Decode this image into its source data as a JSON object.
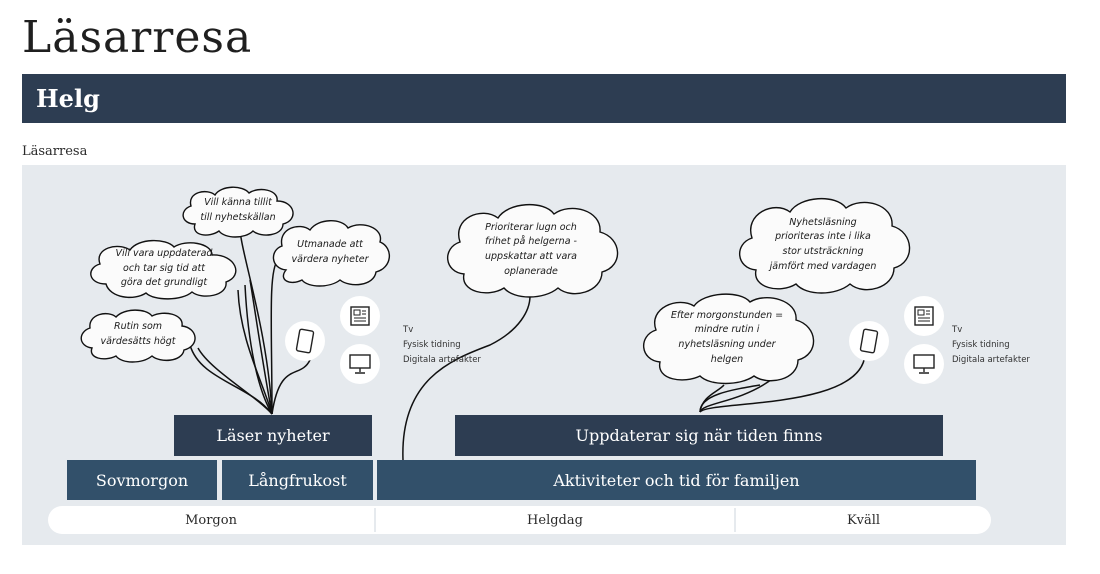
{
  "page": {
    "title": "Läsarresa",
    "banner": "Helg",
    "caption": "Läsarresa"
  },
  "activities": {
    "reads_news": "Läser nyheter",
    "updates_when_time": "Uppdaterar sig när tiden finns",
    "sleep_in": "Sovmorgon",
    "long_breakfast": "Långfrukost",
    "family_time": "Aktiviteter och tid för familjen"
  },
  "timeline": {
    "morning": "Morgon",
    "day": "Helgdag",
    "evening": "Kväll"
  },
  "thoughts": {
    "trust": "Vill känna tillit\ntill nyhetskällan",
    "updated": "Vill vara uppdaterad\noch tar sig tid att\ngöra det grundligt",
    "challenged": "Utmanade att\nvärdera nyheter",
    "routine": "Rutin som\nvärdesätts högt",
    "calm": "Prioriterar lugn och\nfrihet på helgerna -\nuppskattar att vara\noplanerade",
    "less_priority": "Nyhetsläsning\nprioriteras inte i lika\nstor utsträckning\njämfört med vardagen",
    "after_morning": "Efter morgonstunden =\nmindre rutin i\nnyhetsläsning under\nhelgen"
  },
  "media_left": {
    "items": [
      "Tv",
      "Fysisk tidning",
      "Digitala artefakter"
    ],
    "icons": [
      "phone-icon",
      "newspaper-icon",
      "monitor-icon"
    ]
  },
  "media_right": {
    "items": [
      "Tv",
      "Fysisk tidning",
      "Digitala artefakter"
    ],
    "icons": [
      "phone-icon",
      "newspaper-icon",
      "monitor-icon"
    ]
  },
  "colors": {
    "banner": "#2d3d52",
    "box_dark": "#2d3d52",
    "box_mid": "#32506a",
    "panel": "#e6eaee"
  }
}
